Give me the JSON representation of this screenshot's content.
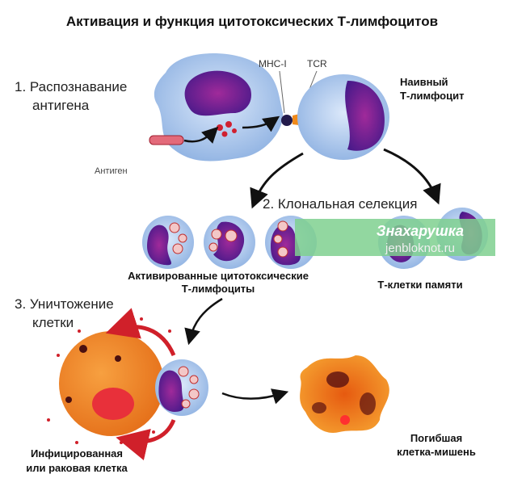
{
  "title": "Активация и функция цитотоксических Т-лимфоцитов",
  "steps": {
    "step1_line1": "1. Распознавание",
    "step1_line2": "антигена",
    "step2": "2. Клональная селекция",
    "step3_line1": "3. Уничтожение",
    "step3_line2": "клетки"
  },
  "labels": {
    "mhc": "MHC-I",
    "tcr": "TCR",
    "antigen": "Антиген",
    "naive_line1": "Наивный",
    "naive_line2": "Т-лимфоцит",
    "activated_line1": "Активированные цитотоксические",
    "activated_line2": "Т-лимфоциты",
    "memory": "Т-клетки памяти",
    "infected_line1": "Инфицированная",
    "infected_line2": "или раковая клетка",
    "dying_line1": "Погибшая",
    "dying_line2": "клетка-мишень"
  },
  "watermark": {
    "name": "Знахарушка",
    "site": "jenbloknot.ru"
  },
  "colors": {
    "cell_blue": "#a9c6ec",
    "nucleus": "#6b1f8e",
    "orange_cell": "#f0801a",
    "red": "#d0202a",
    "watermark_green": "#7fd08f"
  }
}
